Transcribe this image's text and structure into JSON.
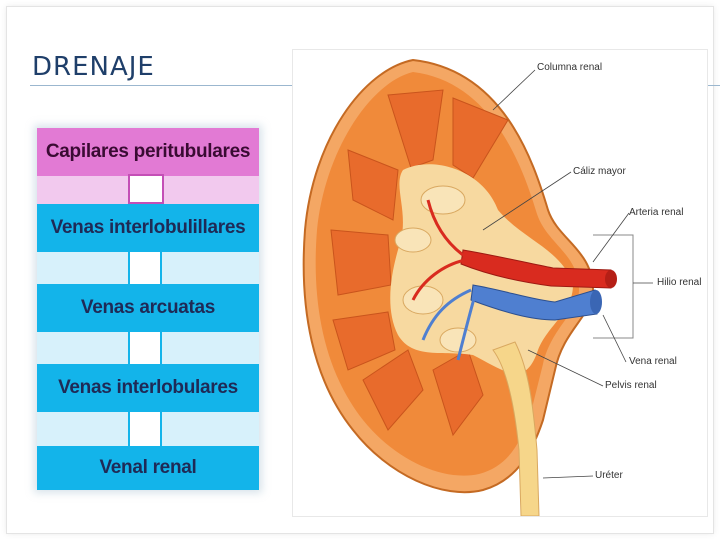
{
  "slide": {
    "title": "DRENAJE"
  },
  "flow": {
    "steps": [
      {
        "label": "Capilares peritubulares",
        "color": "#e27ad4"
      },
      {
        "label": "Venas interlobulillares",
        "color": "#13b4ea"
      },
      {
        "label": "Venas arcuatas",
        "color": "#13b4ea"
      },
      {
        "label": "Venas interlobulares",
        "color": "#13b4ea"
      },
      {
        "label": "Venal renal",
        "color": "#13b4ea"
      }
    ]
  },
  "diagram": {
    "labels": {
      "columna": "Columna renal",
      "caliz": "Cáliz mayor",
      "arteria": "Arteria renal",
      "hilio": "Hilio renal",
      "vena": "Vena renal",
      "pelvis": "Pelvis renal",
      "ureter": "Uréter"
    },
    "colors": {
      "cortex": "#f08a3a",
      "medulla": "#e86b2c",
      "sinus": "#f7d9a0",
      "artery": "#d92b1f",
      "vein": "#4f7fd0"
    }
  }
}
